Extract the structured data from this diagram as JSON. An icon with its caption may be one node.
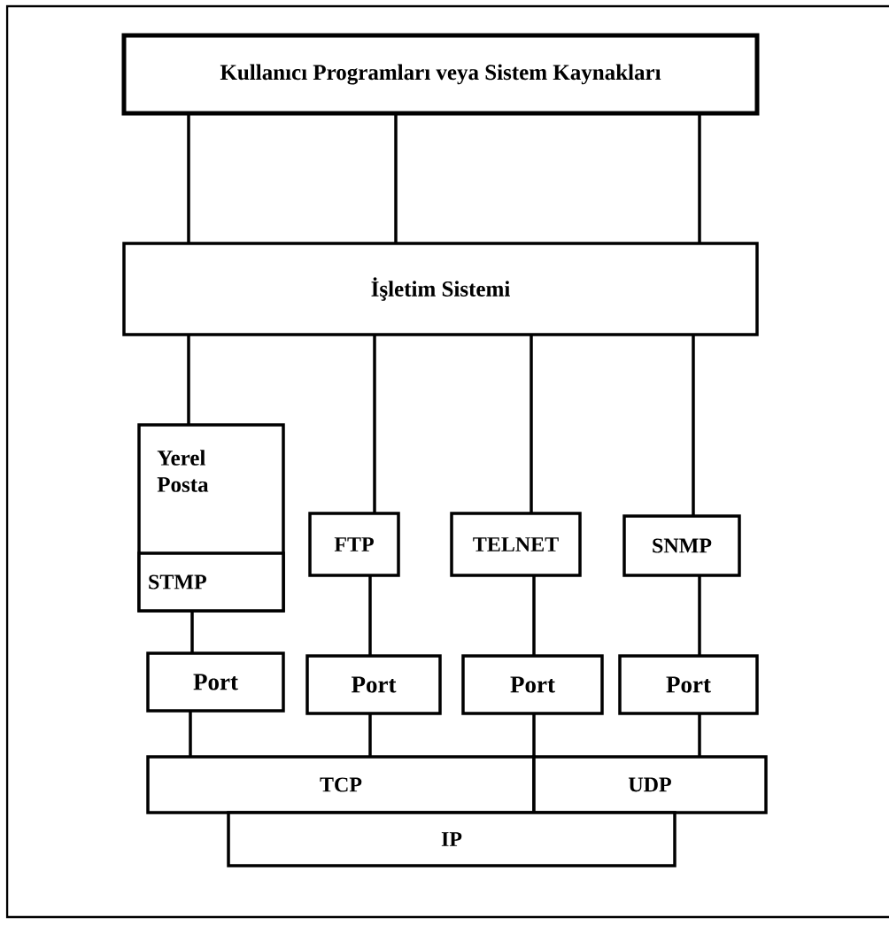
{
  "diagram": {
    "nodes": [
      {
        "text": [
          "Kullanıcı Programları veya Sistem Kaynakları"
        ]
      },
      {
        "text": [
          "İşletim Sistemi"
        ]
      },
      {
        "text": [
          "Yerel Posta"
        ]
      },
      {
        "text": [
          "STMP"
        ],
        "in": 2
      },
      {
        "text": [
          "FTP"
        ]
      },
      {
        "text": [
          "TELNET"
        ]
      },
      {
        "text": [
          "SNMP"
        ]
      },
      {
        "text": [
          "Port"
        ]
      },
      {
        "text": [
          "Port"
        ]
      },
      {
        "text": [
          "Port"
        ]
      },
      {
        "text": [
          "Port"
        ]
      },
      {
        "text": [
          "TCP"
        ]
      },
      {
        "text": [
          "UDP"
        ]
      },
      {
        "text": [
          "IP"
        ]
      }
    ],
    "edges": [
      {
        "from": 0,
        "to": 1,
        "arrow": "none"
      },
      {
        "from": 0,
        "to": 1,
        "arrow": "none"
      },
      {
        "from": 0,
        "to": 1,
        "arrow": "none"
      },
      {
        "from": 1,
        "to": 2,
        "arrow": "none"
      },
      {
        "from": 1,
        "to": 4,
        "arrow": "none"
      },
      {
        "from": 1,
        "to": 5,
        "arrow": "none"
      },
      {
        "from": 1,
        "to": 6,
        "arrow": "none"
      },
      {
        "from": 3,
        "to": 7,
        "arrow": "none"
      },
      {
        "from": 4,
        "to": 8,
        "arrow": "none"
      },
      {
        "from": 5,
        "to": 9,
        "arrow": "none"
      },
      {
        "from": 6,
        "to": 10,
        "arrow": "none"
      },
      {
        "from": 7,
        "to": 11,
        "arrow": "none"
      },
      {
        "from": 8,
        "to": 11,
        "arrow": "none"
      },
      {
        "from": 9,
        "to": 12,
        "arrow": "none"
      },
      {
        "from": 10,
        "to": 12,
        "arrow": "none"
      }
    ]
  }
}
